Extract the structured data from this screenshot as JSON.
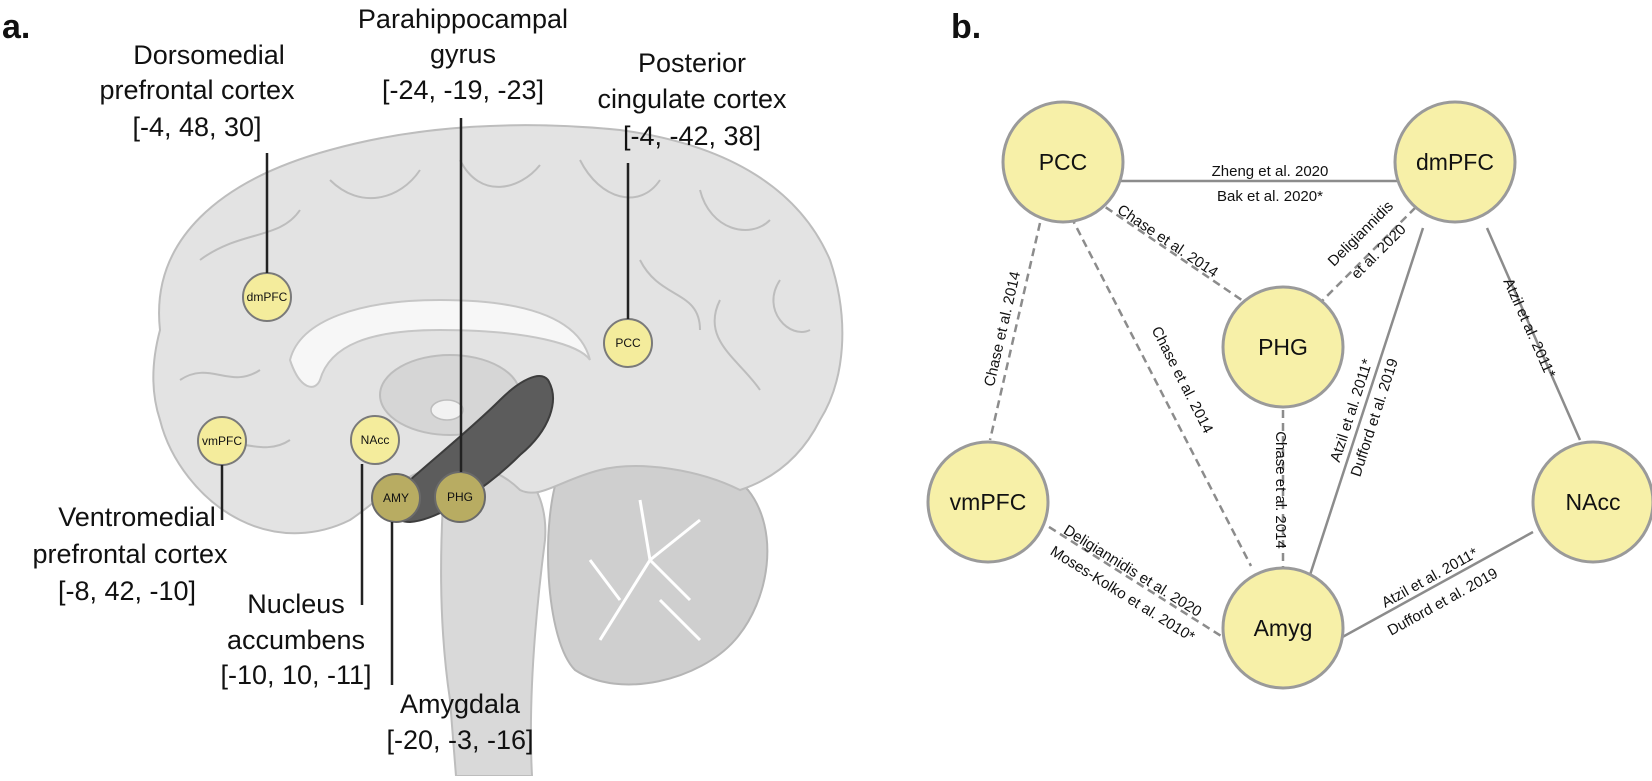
{
  "panel_a": {
    "label": "a.",
    "labels": {
      "dmpfc": [
        "Dorsomedial",
        "prefrontal cortex",
        "[-4, 48, 30]"
      ],
      "phg": [
        "Parahippocampal",
        "gyrus",
        "[-24, -19, -23]"
      ],
      "pcc": [
        "Posterior",
        "cingulate cortex",
        "[-4, -42, 38]"
      ],
      "vmpfc": [
        "Ventromedial",
        "prefrontal cortex",
        "[-8, 42, -10]"
      ],
      "nacc": [
        "Nucleus",
        "accumbens",
        "[-10, 10, -11]"
      ],
      "amy": [
        "Amygdala",
        "[-20, -3, -16]"
      ]
    },
    "markers": {
      "dmpfc": "dmPFC",
      "pcc": "PCC",
      "vmpfc": "vmPFC",
      "nacc": "NAcc",
      "amy": "AMY",
      "phg": "PHG"
    }
  },
  "panel_b": {
    "label": "b.",
    "nodes": {
      "pcc": "PCC",
      "dmpfc": "dmPFC",
      "phg": "PHG",
      "vmpfc": "vmPFC",
      "nacc": "NAcc",
      "amyg": "Amyg"
    },
    "edges": {
      "pcc_dmpfc": [
        "Zheng et al. 2020",
        "Bak et al. 2020*"
      ],
      "pcc_phg": [
        "Chase et al. 2014"
      ],
      "pcc_vmpfc": [
        "Chase et al. 2014"
      ],
      "pcc_amyg": [
        "Chase et al. 2014"
      ],
      "phg_dmpfc": [
        "Deligiannidis",
        "et al. 2020"
      ],
      "phg_amyg": [
        "Chase et al. 2014"
      ],
      "dmpfc_amyg": [
        "Atzil et al. 2011*",
        "Dufford et al. 2019"
      ],
      "dmpfc_nacc": [
        "Atzil et al. 2011*"
      ],
      "vmpfc_amyg": [
        "Deligiannidis et al. 2020",
        "Moses-Kolko et al. 2010*"
      ],
      "amyg_nacc": [
        "Atzil et al. 2011*",
        "Dufford et al. 2019"
      ]
    },
    "colors": {
      "node_fill": "#f7f0a8",
      "node_stroke": "#9a9a9a",
      "edge": "#8c8c8c"
    }
  }
}
